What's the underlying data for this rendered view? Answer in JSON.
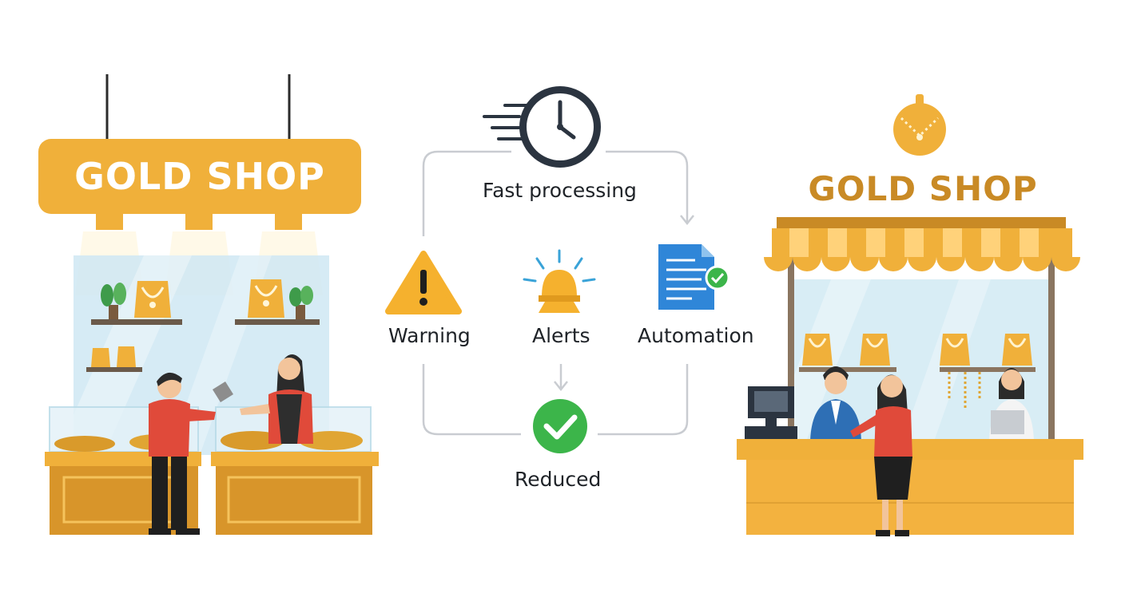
{
  "left_shop": {
    "sign": "GOLD SHOP"
  },
  "right_shop": {
    "sign": "GOLD SHOP"
  },
  "flow": {
    "top": "Fast processing",
    "left": "Warning",
    "center": "Alerts",
    "right": "Automation",
    "bottom": "Reduced"
  },
  "colors": {
    "gold": "#f0b03a",
    "dark_gold": "#c98a25",
    "wall": "#cfe8f3",
    "green": "#3cb54a",
    "blue": "#2f86d8"
  }
}
